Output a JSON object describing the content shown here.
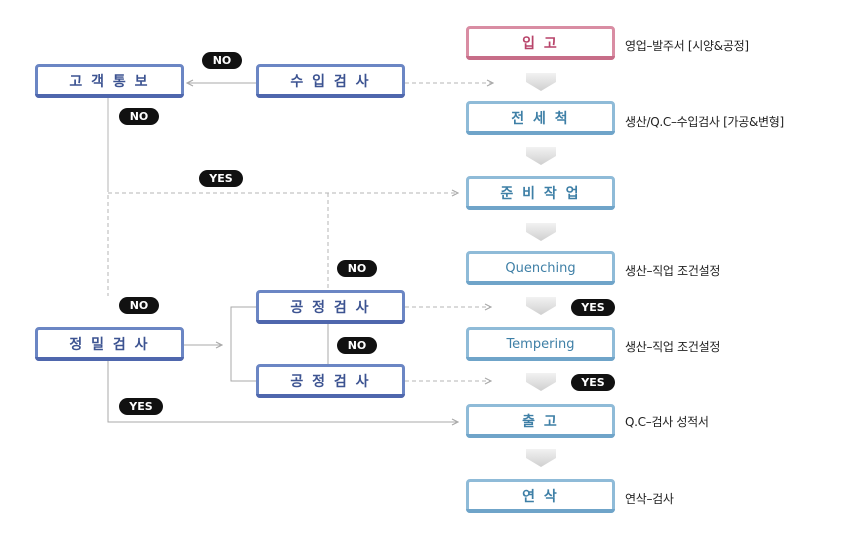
{
  "boxes": {
    "customer_notice": "고 객 통 보",
    "incoming_inspection": "수 입 검 사",
    "precision_inspection": "정 밀 검 사",
    "process_inspection_1": "공 정 검 사",
    "process_inspection_2": "공 정 검 사",
    "receiving": "입 고",
    "pre_cleaning": "전 세 척",
    "prep_work": "준 비 작 업",
    "quenching": "Quenching",
    "tempering": "Tempering",
    "shipping": "출 고",
    "grinding": "연 삭"
  },
  "labels": {
    "no": "NO",
    "yes": "YES"
  },
  "notes": {
    "receiving": "영업–발주서 [시양&공정]",
    "pre_cleaning": "생산/Q.C–수입검사 [가공&변형]",
    "quenching": "생산–직업 조건설정",
    "tempering": "생산–직업 조건설정",
    "shipping": "Q.C–검사 성적서",
    "grinding": "연삭–검사"
  },
  "colors": {
    "blue_box": "#6b86c4",
    "sky_box": "#8fbbd8",
    "pink_box": "#d98da3",
    "connector": "#b8b8b8",
    "pill": "#111111"
  }
}
